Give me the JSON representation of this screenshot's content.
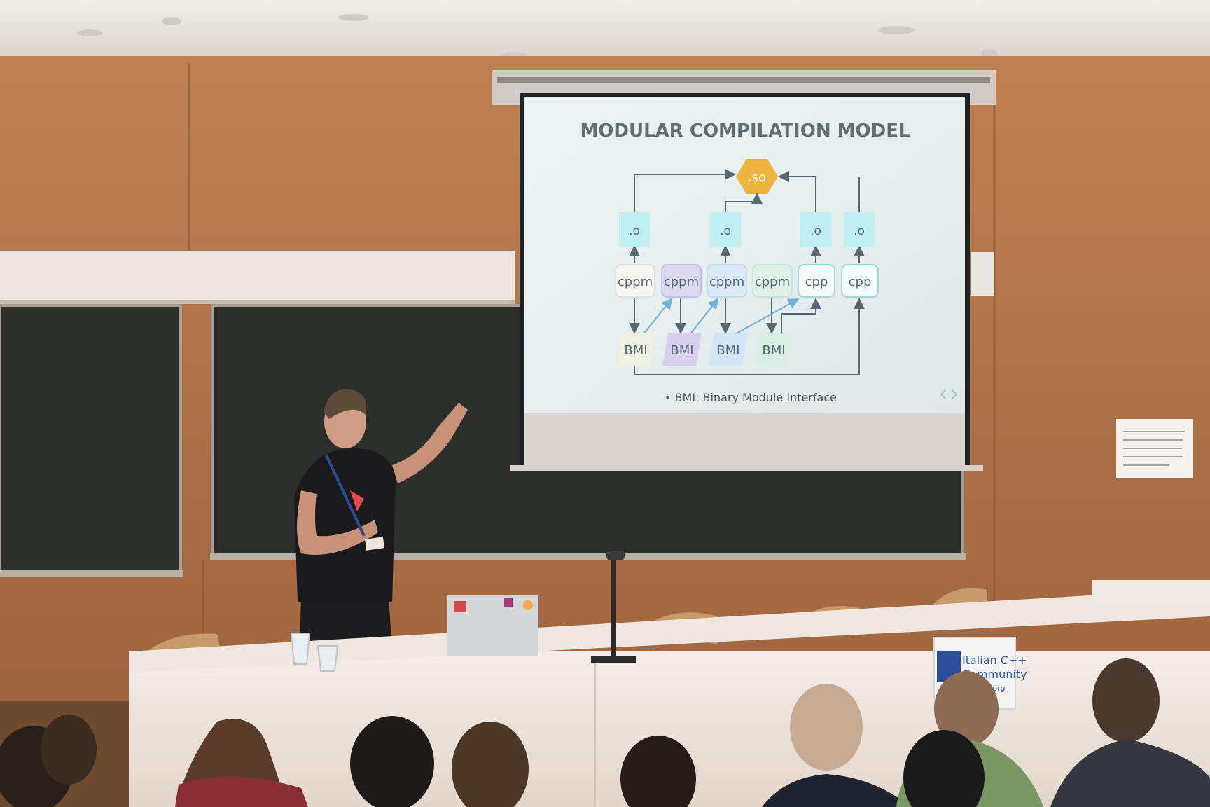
{
  "slide": {
    "title": "MODULAR COMPILATION MODEL",
    "so_label": ".so",
    "object_label": ".o",
    "units": [
      "cppm",
      "cppm",
      "cppm",
      "cppm",
      "cpp",
      "cpp"
    ],
    "bmi_label": "BMI",
    "bullet": "• BMI: Binary Module Interface"
  },
  "sign": {
    "line1": "Italian C++",
    "line2": "Community",
    "line3": ".org"
  },
  "colors": {
    "wall": "#b9774a",
    "ceiling": "#e7e3dd",
    "chalkboard": "#2e302d",
    "screen": "#e9f1f1",
    "so_hex": "#f0b443",
    "object_box": "#bfeff3",
    "diagram_line": "#566873"
  }
}
